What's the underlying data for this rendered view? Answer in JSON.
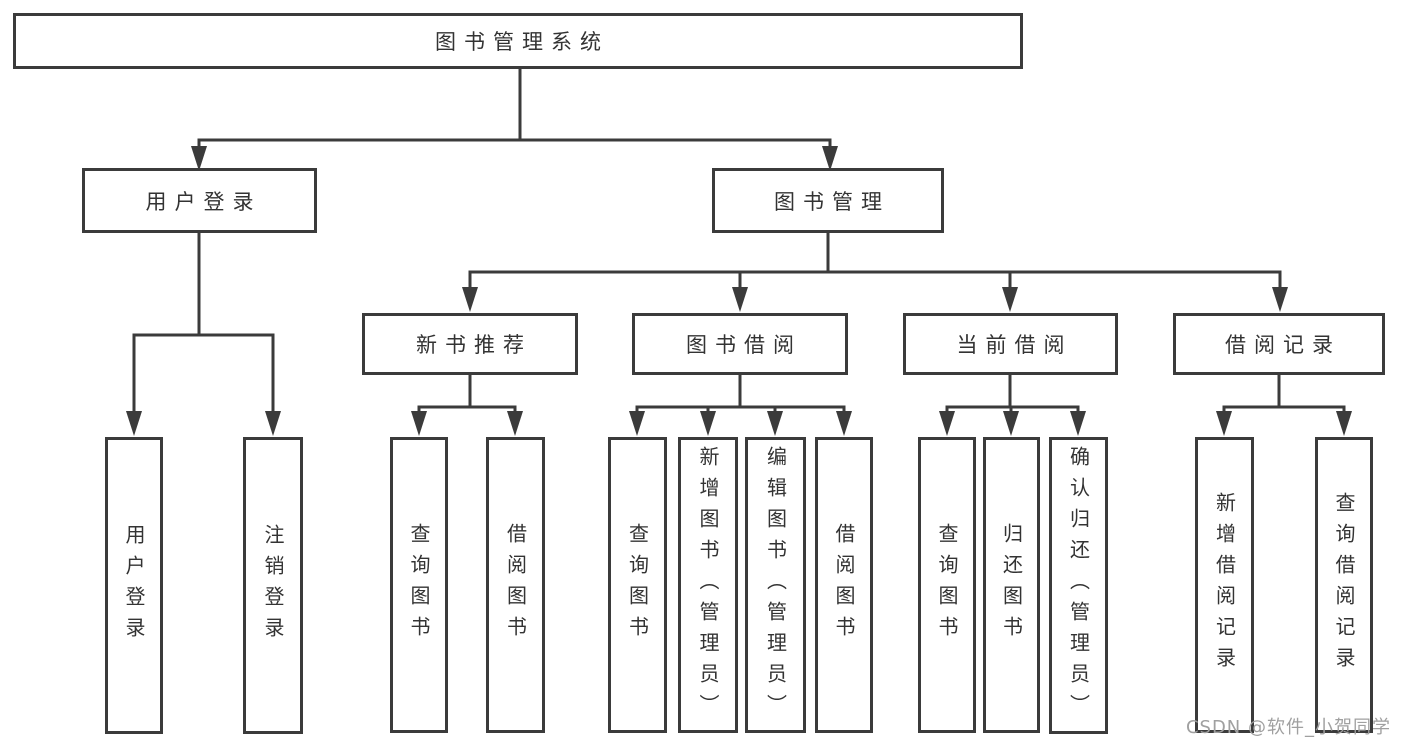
{
  "diagram": {
    "root": "图书管理系统",
    "level2": {
      "user_login": "用户登录",
      "book_mgmt": "图书管理"
    },
    "level3": {
      "new_books": "新书推荐",
      "book_borrow": "图书借阅",
      "current_borrow": "当前借阅",
      "borrow_records": "借阅记录"
    },
    "leaves": {
      "user_login_1": "用户登录",
      "user_login_2": "注销登录",
      "new_books_1": "查询图书",
      "new_books_2": "借阅图书",
      "book_borrow_1": "查询图书",
      "book_borrow_2": "新增图书（管理员）",
      "book_borrow_3": "编辑图书（管理员）",
      "book_borrow_4": "借阅图书",
      "current_borrow_1": "查询图书",
      "current_borrow_2": "归还图书",
      "current_borrow_3": "确认归还（管理员）",
      "borrow_records_1": "新增借阅记录",
      "borrow_records_2": "查询借阅记录"
    }
  },
  "watermark": "CSDN @软件_小贺同学",
  "colors": {
    "line": "#3b3b3b",
    "text": "#333333",
    "watermark": "#a0a0a0",
    "background": "#ffffff"
  }
}
